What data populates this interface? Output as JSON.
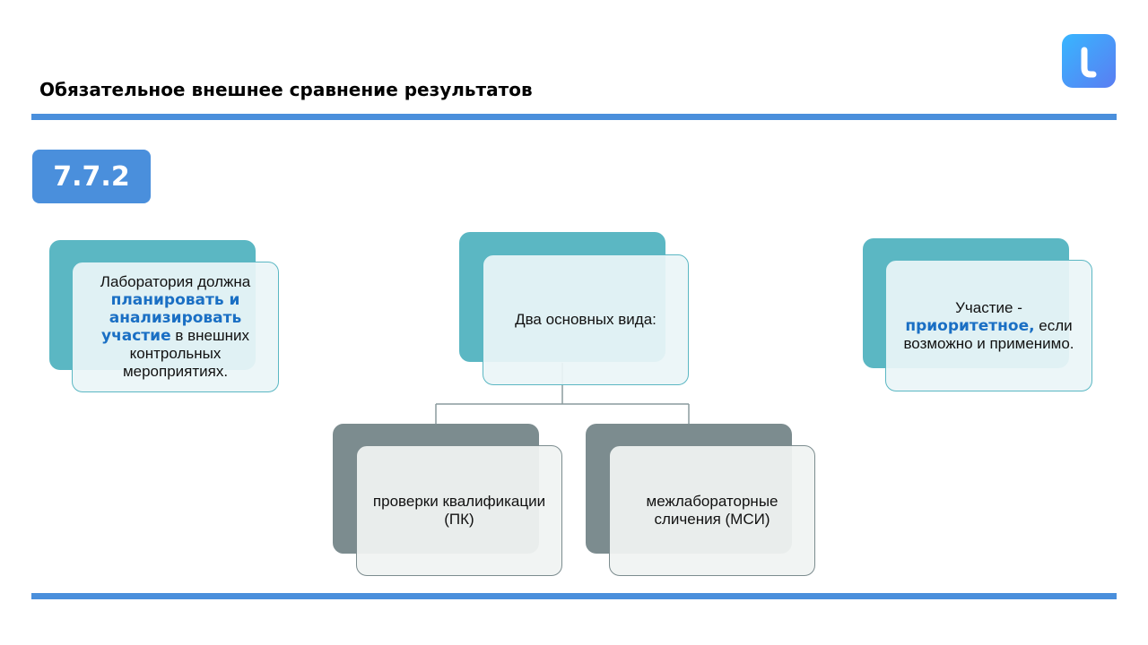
{
  "slide": {
    "title": "Обязательное внешнее сравнение результатов",
    "section_badge": "7.7.2"
  },
  "logo": {
    "icon": "brand-logo-icon",
    "colors": [
      "#38b6ff",
      "#5a7df2"
    ]
  },
  "left_box": {
    "text_before": "Лаборатория должна ",
    "highlight": "планировать и анализировать участие",
    "text_after": " в внешних контрольных мероприятиях."
  },
  "center_box": {
    "text": "Два основных вида:"
  },
  "right_box": {
    "text_before": "Участие - ",
    "highlight": "приоритетное,",
    "text_after": " если возможно и применимо."
  },
  "child_boxes": [
    {
      "text": "проверки квалификации (ПК)"
    },
    {
      "text": "межлабораторные сличения (МСИ)"
    }
  ],
  "colors": {
    "accent_blue": "#4a8fdc",
    "highlight_blue": "#1a6fc4",
    "teal": "#5bb7c3",
    "gray": "#7c8c8f"
  }
}
